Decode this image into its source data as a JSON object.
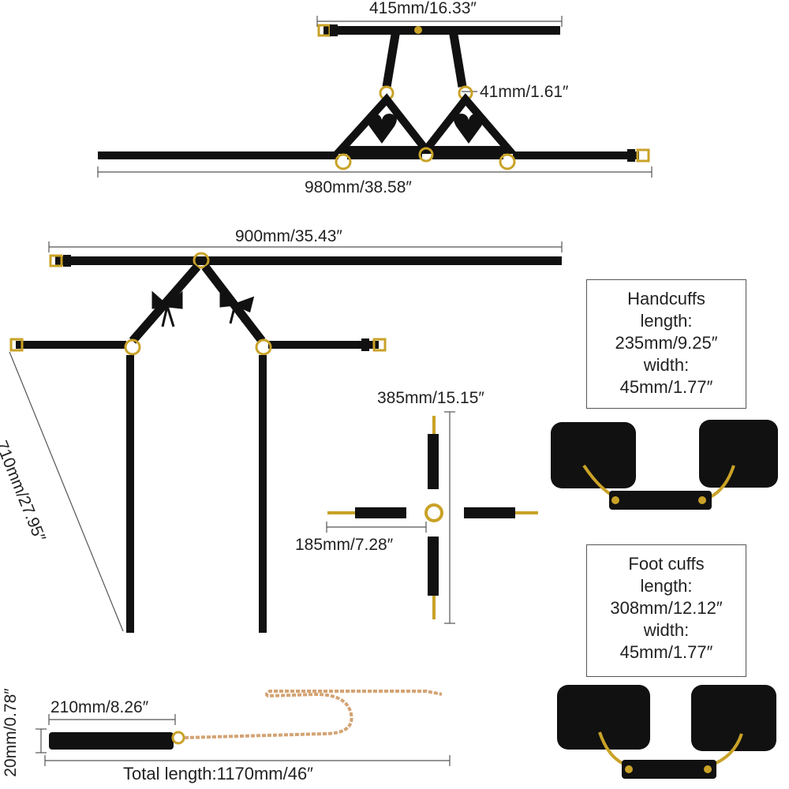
{
  "measurements": {
    "bra_top_width": "415mm/16.33″",
    "bra_strap_width": "41mm/1.61″",
    "bra_bottom_width": "980mm/38.58″",
    "garter_waist_width": "900mm/35.43″",
    "garter_length": "710mm/27.95″",
    "hogtie_length": "385mm/15.15″",
    "hogtie_arm_length": "185mm/7.28″",
    "leash_handle_length": "210mm/8.26″",
    "leash_handle_width": "20mm/0.78″",
    "leash_total_length": "Total length:1170mm/46″"
  },
  "handcuffs_box": {
    "line1": "Handcuffs",
    "line2": "length:",
    "line3": "235mm/9.25″",
    "line4": "width:",
    "line5": "45mm/1.77″"
  },
  "footcuffs_box": {
    "line1": "Foot cuffs",
    "line2": "length:",
    "line3": "308mm/12.12″",
    "line4": "width:",
    "line5": "45mm/1.77″"
  },
  "colors": {
    "leather": "#111111",
    "hardware": "#c9a227",
    "chain": "#d4a373",
    "dimension_line": "#555555"
  }
}
